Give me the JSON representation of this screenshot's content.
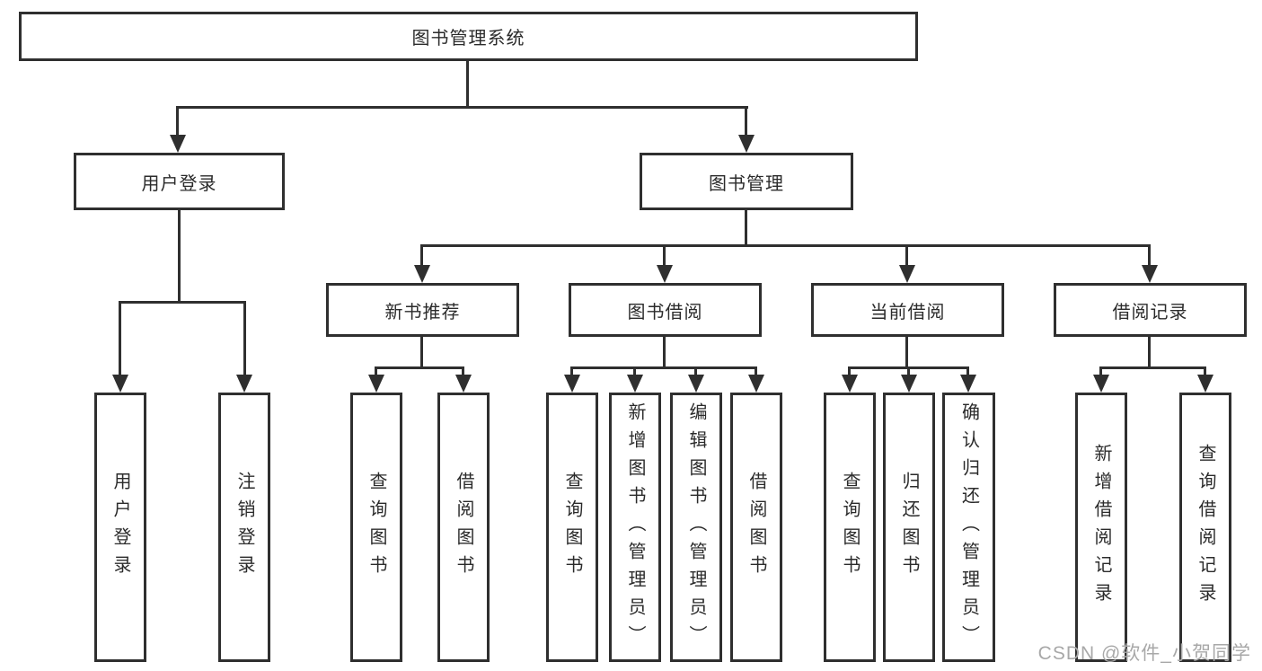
{
  "diagram": {
    "root": "图书管理系统",
    "level2": [
      "用户登录",
      "图书管理"
    ],
    "level3": [
      "新书推荐",
      "图书借阅",
      "当前借阅",
      "借阅记录"
    ],
    "leaves_user": [
      "用户登录",
      "注销登录"
    ],
    "leaves_newbook": [
      "查询图书",
      "借阅图书"
    ],
    "leaves_borrow": [
      "查询图书",
      "新增图书（管理员）",
      "编辑图书（管理员）",
      "借阅图书"
    ],
    "leaves_current": [
      "查询图书",
      "归还图书",
      "确认归还（管理员）"
    ],
    "leaves_record": [
      "新增借阅记录",
      "查询借阅记录"
    ]
  },
  "watermark": "CSDN @软件_小贺同学",
  "colors": {
    "line": "#2f2f2f",
    "text": "#2b2b2b",
    "watermark": "#a8a8a8",
    "background": "#ffffff"
  }
}
